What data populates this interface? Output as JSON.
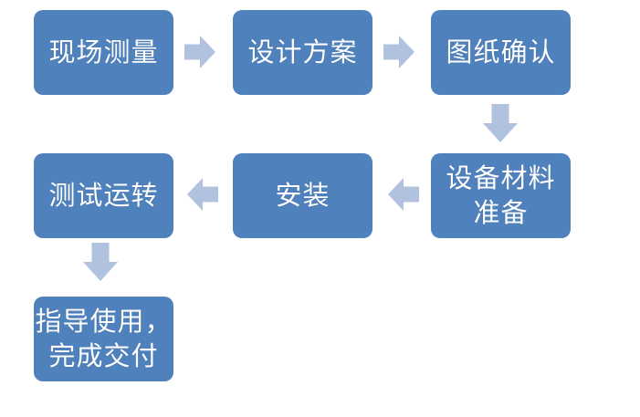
{
  "flowchart": {
    "theme": {
      "background": "#ffffff",
      "node_fill": "#4f81bd",
      "arrow_fill": "#b1c2de",
      "text_color": "#ffffff"
    },
    "nodes": [
      {
        "id": "site-measurement",
        "label": "现场测量"
      },
      {
        "id": "design-plan",
        "label": "设计方案"
      },
      {
        "id": "drawing-confirmation",
        "label": "图纸确认"
      },
      {
        "id": "equipment-material-preparation",
        "label": "设备材料\n准备"
      },
      {
        "id": "installation",
        "label": "安装"
      },
      {
        "id": "test-operation",
        "label": "测试运转"
      },
      {
        "id": "guide-use-delivery",
        "label": "指导使用，\n完成交付"
      }
    ],
    "connectors": [
      {
        "from": "现场测量",
        "to": "设计方案",
        "direction": "right"
      },
      {
        "from": "设计方案",
        "to": "图纸确认",
        "direction": "right"
      },
      {
        "from": "图纸确认",
        "to": "设备材料准备",
        "direction": "down"
      },
      {
        "from": "设备材料准备",
        "to": "安装",
        "direction": "left"
      },
      {
        "from": "安装",
        "to": "测试运转",
        "direction": "left"
      },
      {
        "from": "测试运转",
        "to": "指导使用，完成交付",
        "direction": "down"
      }
    ]
  }
}
